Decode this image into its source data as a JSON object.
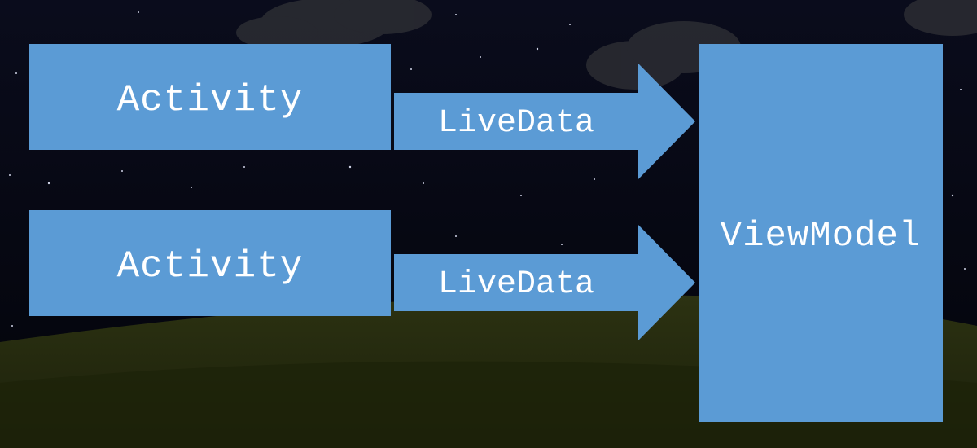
{
  "diagram": {
    "nodes": {
      "activity_1": {
        "label": "Activity"
      },
      "activity_2": {
        "label": "Activity"
      },
      "viewmodel": {
        "label": "ViewModel"
      }
    },
    "edges": [
      {
        "from": "activity_1",
        "to": "viewmodel",
        "label": "LiveData"
      },
      {
        "from": "activity_2",
        "to": "viewmodel",
        "label": "LiveData"
      }
    ]
  },
  "colors": {
    "box_fill": "#5b9bd5",
    "label_text": "#ffffff",
    "sky": "#05060f",
    "hill": "#2a2e10"
  }
}
